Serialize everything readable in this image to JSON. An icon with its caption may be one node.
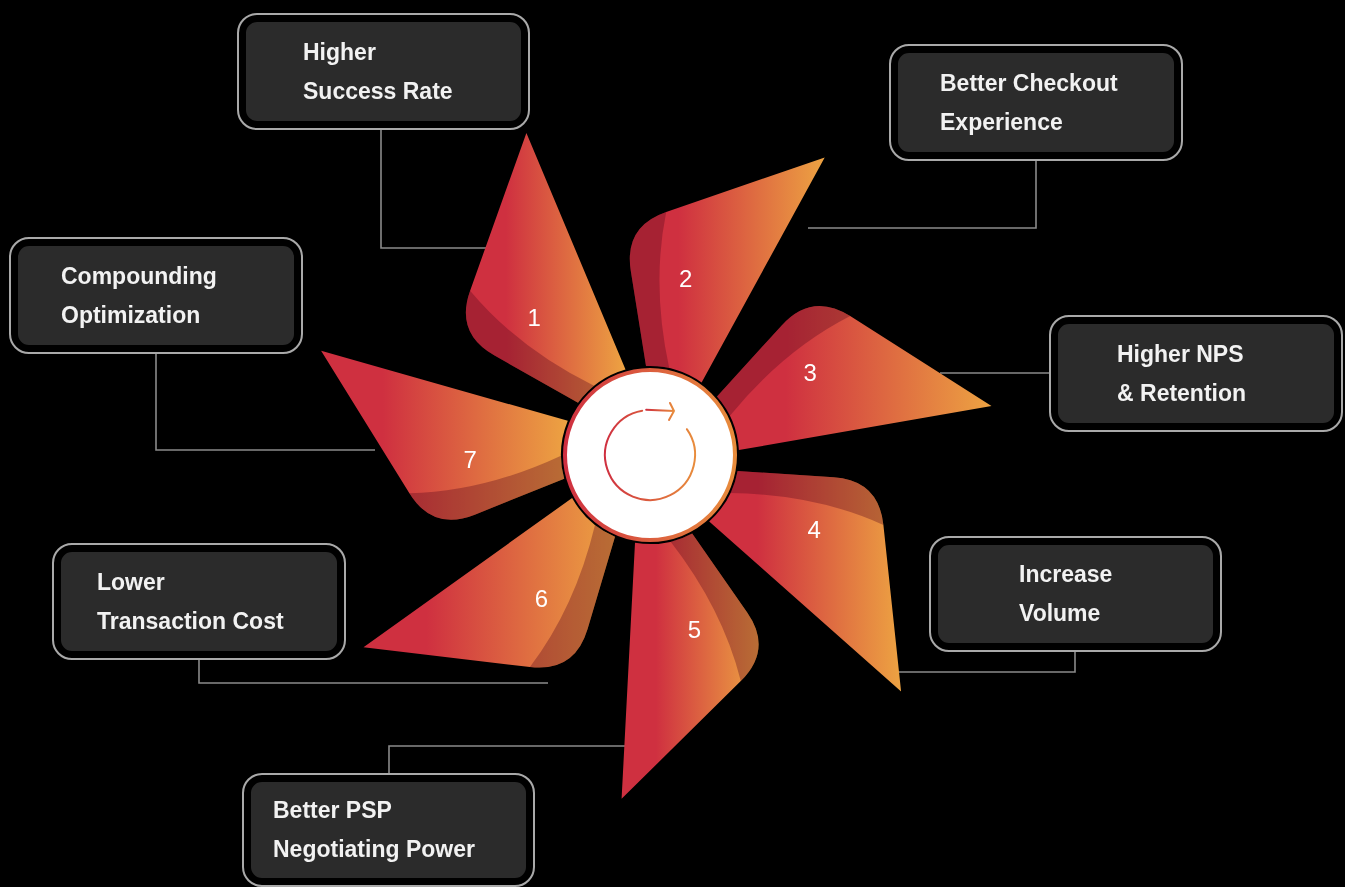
{
  "diagram": {
    "nodes": [
      {
        "text": [
          "1"
        ]
      },
      {
        "text": [
          "2"
        ]
      },
      {
        "text": [
          "3"
        ]
      },
      {
        "text": [
          "4"
        ]
      },
      {
        "text": [
          "5"
        ]
      },
      {
        "text": [
          "6"
        ]
      },
      {
        "text": [
          "7"
        ]
      },
      {
        "text": [
          "Higher Success Rate"
        ]
      },
      {
        "text": [
          "Better Checkout Experience"
        ]
      },
      {
        "text": [
          "Higher NPS & Retention"
        ]
      },
      {
        "text": [
          "Increase Volume"
        ]
      },
      {
        "text": [
          "Better PSP Negotiating Power"
        ]
      },
      {
        "text": [
          "Lower Transaction Cost"
        ]
      },
      {
        "text": [
          "Compounding Optimization"
        ]
      }
    ],
    "edges": [
      {
        "from": 7,
        "to": 0,
        "arrow": "none"
      },
      {
        "from": 8,
        "to": 1,
        "arrow": "none"
      },
      {
        "from": 9,
        "to": 2,
        "arrow": "none"
      },
      {
        "from": 10,
        "to": 3,
        "arrow": "none"
      },
      {
        "from": 11,
        "to": 4,
        "arrow": "none"
      },
      {
        "from": 12,
        "to": 5,
        "arrow": "none"
      },
      {
        "from": 13,
        "to": 6,
        "arrow": "none"
      }
    ]
  }
}
